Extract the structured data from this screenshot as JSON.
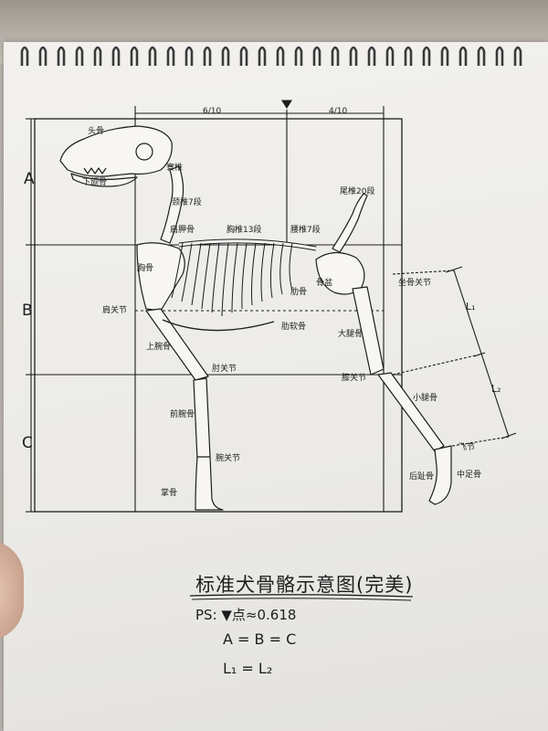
{
  "photo": {
    "subject": "hand-drawn canine skeleton proportion diagram in a spiral sketchbook"
  },
  "title": "标准犬骨骼示意图(完美)",
  "notes": {
    "ps_line": "PS: ▼点≈0.618",
    "eq1": "A = B = C",
    "eq2": "L₁ = L₂"
  },
  "dims": {
    "A": "A",
    "B": "B",
    "C": "C",
    "top_left": "6/10",
    "top_right": "4/10",
    "L1": "L₁",
    "L2": "L₂"
  },
  "labels": {
    "skull": "头骨",
    "mandible": "下颌骨",
    "atlas": "寰椎",
    "cervical": "颈椎7段",
    "scapula": "肩胛骨",
    "thoracic": "胸椎13段",
    "lumbar": "腰椎7段",
    "caudal": "尾椎20段",
    "sternum": "胸骨",
    "shoulder_joint": "肩关节",
    "humerus": "上腕骨",
    "elbow": "肘关节",
    "ribs": "肋骨",
    "costal_cartilage": "肋软骨",
    "pelvis": "骨盆",
    "hip_joint": "坐骨关节",
    "femur": "大腿骨",
    "knee": "膝关节",
    "tibia": "小腿骨",
    "radius_ulna": "前腕骨",
    "carpus": "腕关节",
    "metacarpus": "掌骨",
    "hock": "飞节",
    "metatarsus": "中足骨",
    "rear_toes": "后趾骨"
  },
  "colors": {
    "ink": "#1d1d1d",
    "paper": "#efeeea",
    "bone_fill": "#f7f6f3"
  }
}
